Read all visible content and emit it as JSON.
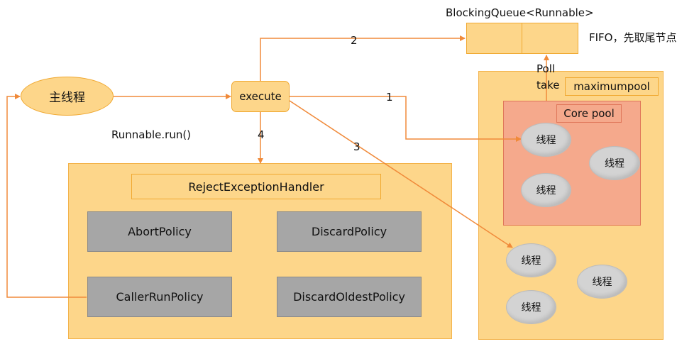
{
  "queue": {
    "title": "BlockingQueue<Runnable>",
    "note": "FIFO，先取尾节点"
  },
  "main_thread": {
    "label": "主线程"
  },
  "execute": {
    "label": "execute"
  },
  "runnable_run": "Runnable.run()",
  "arrows": {
    "a1": "1",
    "a2": "2",
    "a3": "3",
    "a4": "4"
  },
  "poll_take": {
    "poll": "Poll",
    "take": "take"
  },
  "maximum_pool": {
    "label": "maximumpool"
  },
  "core_pool": {
    "label": "Core pool"
  },
  "thread_label": "线程",
  "handler": {
    "title": "RejectExceptionHandler",
    "policies": [
      "AbortPolicy",
      "DiscardPolicy",
      "CallerRunPolicy",
      "DiscardOldestPolicy"
    ]
  },
  "colors": {
    "yellow_fill": "#fdd68a",
    "orange_line": "#f08a3a",
    "core_fill": "#f5a98c",
    "thread_gray": "#d3d3d3",
    "policy_gray": "#a6a6a6"
  }
}
